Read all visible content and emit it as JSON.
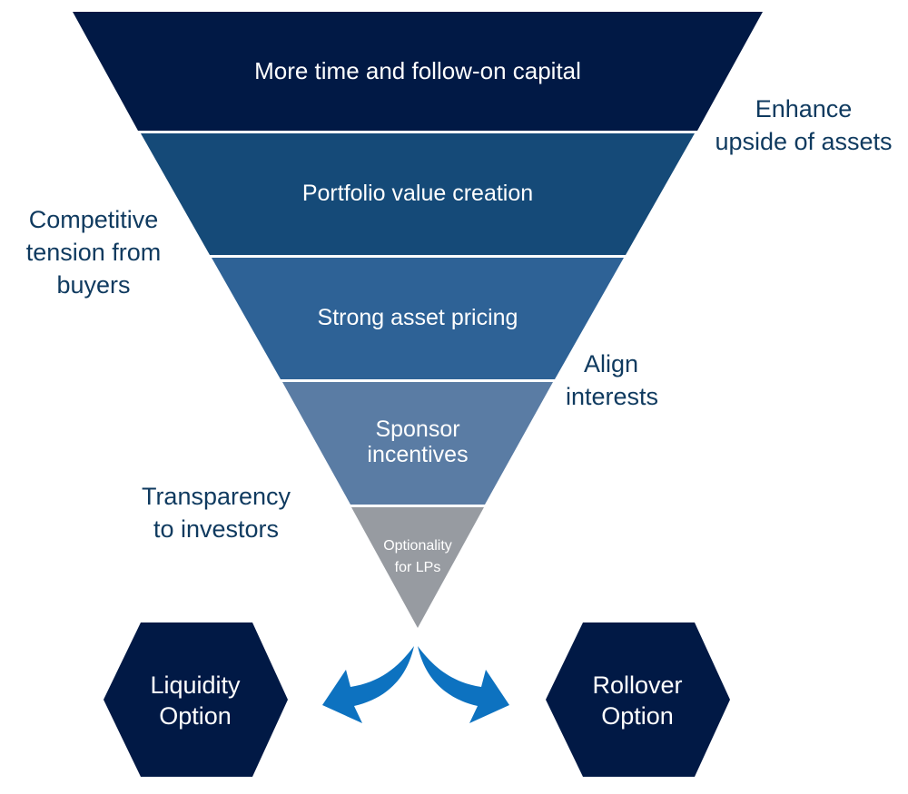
{
  "funnel": {
    "layers": [
      {
        "id": "time-capital",
        "lines": [
          "More time and follow-on capital"
        ],
        "color": "#011945"
      },
      {
        "id": "value-creation",
        "lines": [
          "Portfolio value creation"
        ],
        "color": "#154a78"
      },
      {
        "id": "asset-pricing",
        "lines": [
          "Strong asset pricing"
        ],
        "color": "#2e6296"
      },
      {
        "id": "sponsor-incentives",
        "lines": [
          "Sponsor",
          "incentives"
        ],
        "color": "#5a7ca4"
      },
      {
        "id": "optionality",
        "lines": [
          "Optionality",
          "for LPs"
        ],
        "color": "#979ba1"
      }
    ]
  },
  "side_labels": {
    "enhance": [
      "Enhance",
      "upside of assets"
    ],
    "competitive": [
      "Competitive",
      "tension from",
      "buyers"
    ],
    "align": [
      "Align",
      "interests"
    ],
    "transparency": [
      "Transparency",
      "to investors"
    ]
  },
  "options": {
    "liquidity": [
      "Liquidity",
      "Option"
    ],
    "rollover": [
      "Rollover",
      "Option"
    ]
  },
  "colors": {
    "hexagon": "#011945",
    "arrow": "#0d72c0",
    "label_text": "#0f3a5f"
  }
}
